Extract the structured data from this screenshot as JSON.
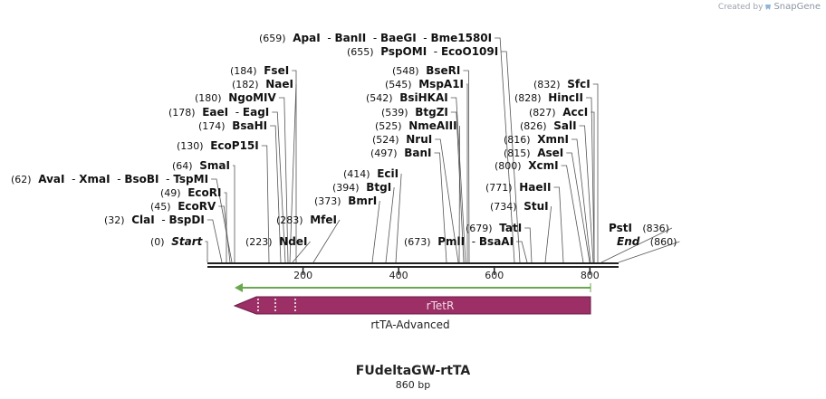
{
  "credit": {
    "prefix": "Created by",
    "brand": "SnapGene"
  },
  "plasmid": {
    "name": "FUdeltaGW-rtTA",
    "size_label": "860 bp",
    "length": 860
  },
  "ruler": {
    "ticks": [
      "200",
      "400",
      "600",
      "800"
    ]
  },
  "features": [
    {
      "label": "rTetR",
      "direction": "reverse",
      "color": "#9b2f66"
    },
    {
      "label": "rtTA-Advanced",
      "direction": "reverse",
      "color": "#6aa84f"
    }
  ],
  "sites": [
    {
      "pos": "(659)",
      "names": [
        "ApaI",
        "BanII",
        "BaeGI",
        "Bme1580I"
      ]
    },
    {
      "pos": "(655)",
      "names": [
        "PspOMI",
        "EcoO109I"
      ]
    },
    {
      "pos": "(184)",
      "names": [
        "FseI"
      ]
    },
    {
      "pos": "(182)",
      "names": [
        "NaeI"
      ]
    },
    {
      "pos": "(180)",
      "names": [
        "NgoMIV"
      ]
    },
    {
      "pos": "(178)",
      "names": [
        "EaeI",
        "EagI"
      ]
    },
    {
      "pos": "(174)",
      "names": [
        "BsaHI"
      ]
    },
    {
      "pos": "(130)",
      "names": [
        "EcoP15I"
      ]
    },
    {
      "pos": "(64)",
      "names": [
        "SmaI"
      ]
    },
    {
      "pos": "(62)",
      "names": [
        "AvaI",
        "XmaI",
        "BsoBI",
        "TspMI"
      ]
    },
    {
      "pos": "(49)",
      "names": [
        "EcoRI"
      ]
    },
    {
      "pos": "(45)",
      "names": [
        "EcoRV"
      ]
    },
    {
      "pos": "(32)",
      "names": [
        "ClaI",
        "BspDI"
      ]
    },
    {
      "pos": "(0)",
      "names": [
        "Start"
      ]
    },
    {
      "pos": "(223)",
      "names": [
        "NdeI"
      ]
    },
    {
      "pos": "(283)",
      "names": [
        "MfeI"
      ]
    },
    {
      "pos": "(394)",
      "names": [
        "BtgI"
      ]
    },
    {
      "pos": "(414)",
      "names": [
        "EciI"
      ]
    },
    {
      "pos": "(373)",
      "names": [
        "BmrI"
      ]
    },
    {
      "pos": "(548)",
      "names": [
        "BseRI"
      ]
    },
    {
      "pos": "(545)",
      "names": [
        "MspA1I"
      ]
    },
    {
      "pos": "(542)",
      "names": [
        "BsiHKAI"
      ]
    },
    {
      "pos": "(539)",
      "names": [
        "BtgZI"
      ]
    },
    {
      "pos": "(525)",
      "names": [
        "NmeAIII"
      ]
    },
    {
      "pos": "(524)",
      "names": [
        "NruI"
      ]
    },
    {
      "pos": "(497)",
      "names": [
        "BanI"
      ]
    },
    {
      "pos": "(673)",
      "names": [
        "PmlI",
        "BsaAI"
      ]
    },
    {
      "pos": "(679)",
      "names": [
        "TatI"
      ]
    },
    {
      "pos": "(734)",
      "names": [
        "StuI"
      ]
    },
    {
      "pos": "(771)",
      "names": [
        "HaeII"
      ]
    },
    {
      "pos": "(800)",
      "names": [
        "XcmI"
      ]
    },
    {
      "pos": "(815)",
      "names": [
        "AseI"
      ]
    },
    {
      "pos": "(816)",
      "names": [
        "XmnI"
      ]
    },
    {
      "pos": "(826)",
      "names": [
        "SalI"
      ]
    },
    {
      "pos": "(827)",
      "names": [
        "AccI"
      ]
    },
    {
      "pos": "(828)",
      "names": [
        "HincII"
      ]
    },
    {
      "pos": "(832)",
      "names": [
        "SfcI"
      ]
    },
    {
      "pos": "(836)",
      "names": [
        "PstI"
      ]
    },
    {
      "pos": "(860)",
      "names": [
        "End"
      ]
    }
  ]
}
